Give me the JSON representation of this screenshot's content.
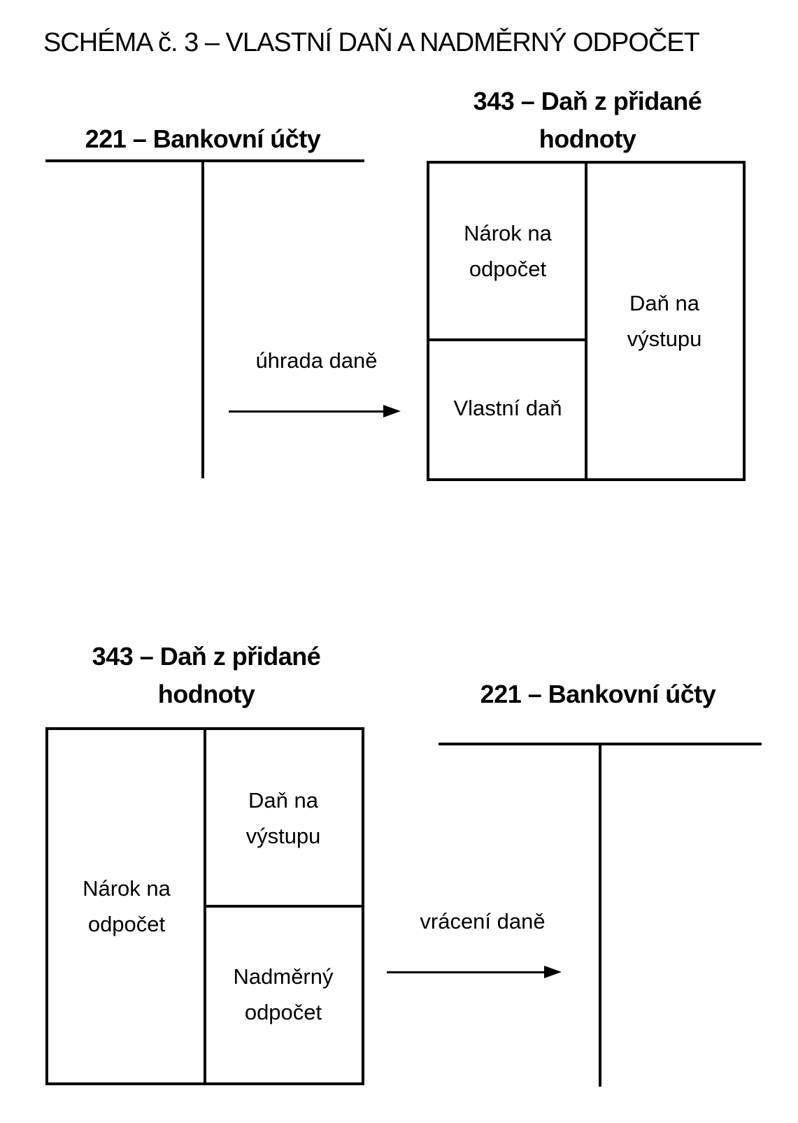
{
  "title": "SCHÉMA č. 3 – VLASTNÍ DAŇ A NADMĚRNÝ ODPOČET",
  "colors": {
    "ink": "#000000",
    "background": "#ffffff"
  },
  "top_section": {
    "bank_account_title": "221 – Bankovní účty",
    "vat_account_title": "343 – Daň z přidané hodnoty",
    "claim_label": "Nárok na odpočet",
    "own_tax_label": "Vlastní daň",
    "output_tax_label": "Daň na výstupu",
    "flow_label": "úhrada daně"
  },
  "bottom_section": {
    "vat_account_title": "343 – Daň z přidané hodnoty",
    "bank_account_title": "221 – Bankovní účty",
    "claim_label": "Nárok na odpočet",
    "output_tax_label": "Daň na výstupu",
    "excess_deduction_label": "Nadměrný odpočet",
    "flow_label": "vrácení daně"
  }
}
